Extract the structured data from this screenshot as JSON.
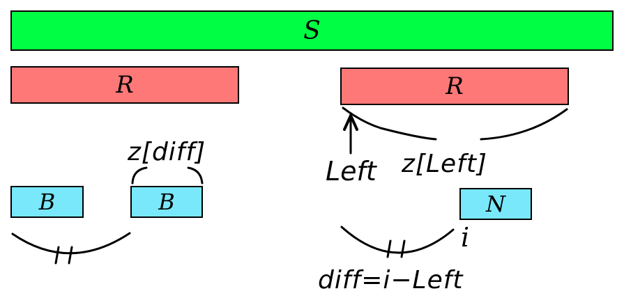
{
  "colors": {
    "s_fill": "#00ff44",
    "r_fill": "#ff7878",
    "block_fill": "#78e8fa",
    "stroke": "#000000",
    "background": "#ffffff"
  },
  "boxes": {
    "s": "S",
    "r_left": "R",
    "r_right": "R",
    "b_left": "B",
    "b_right": "B",
    "n": "N"
  },
  "labels": {
    "z_diff": "z[diff]",
    "left": "Left",
    "z_left": "z[Left]",
    "i": "i",
    "diff_eq": "diff=i−Left"
  }
}
